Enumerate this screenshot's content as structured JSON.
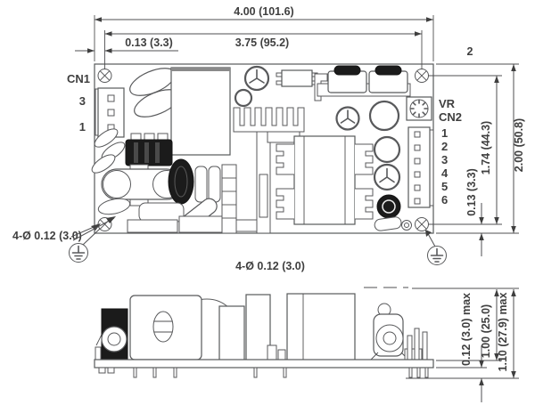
{
  "diagram": {
    "type": "technical-dimension-drawing",
    "subject": "open-frame power supply PCB, top view and side view",
    "colors": {
      "ink": "#3f3f3f",
      "linework": "#58595b",
      "component_dark": "#1b1b1b",
      "background": "#ffffff"
    },
    "top_view": {
      "dim_width_overall": "4.00 (101.6)",
      "dim_width_holes": "3.75 (95.2)",
      "dim_hole_offset_x": "0.13 (3.3)",
      "dim_height_holes": "1.74 (44.3)",
      "dim_height_overall": "2.00 (50.8)",
      "dim_hole_offset_y": "0.13 (3.3)",
      "note": "2",
      "cn1_label": "CN1",
      "cn1_pin_top": "3",
      "cn1_pin_bottom": "1",
      "vr_label": "VR",
      "cn2_label": "CN2",
      "cn2_pins": [
        "1",
        "2",
        "3",
        "4",
        "5",
        "6"
      ],
      "holes_callout": "4-Ø 0.12 (3.0)",
      "holes_note": "4-Ø 0.12 (3.0)"
    },
    "side_view": {
      "dim_pin_protrusion": "0.12 (3.0) max",
      "dim_height_components": "1.00 (25.0)",
      "dim_height_overall": "1.10 (27.9) max"
    }
  }
}
